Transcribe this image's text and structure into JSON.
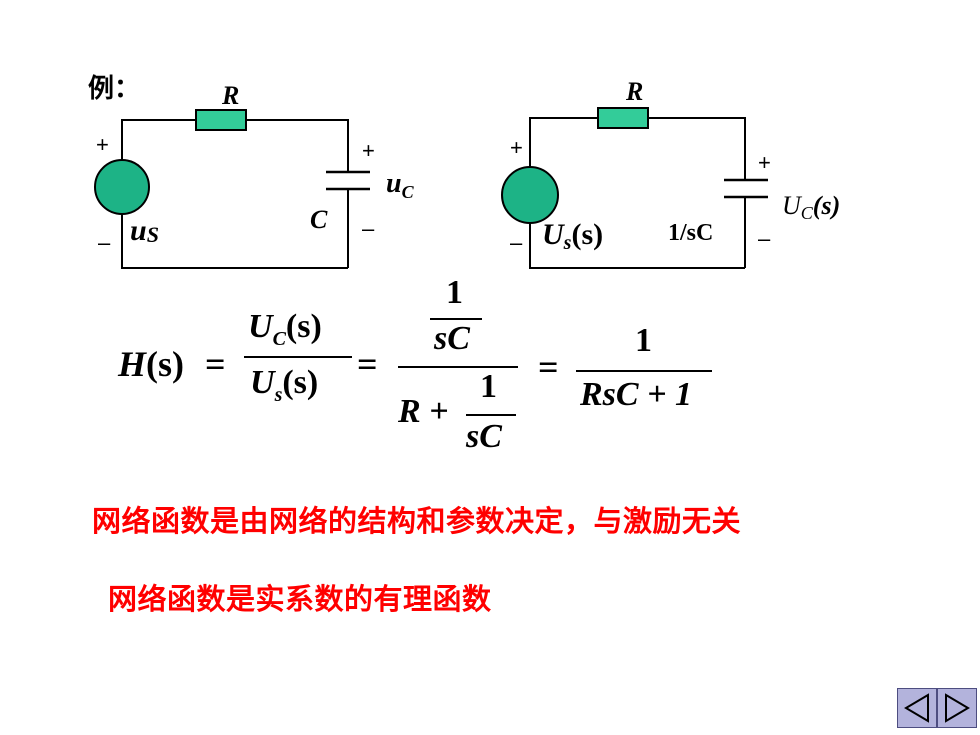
{
  "example_label": "例：",
  "circuit_time": {
    "resistor": "R",
    "source": "u",
    "source_sub": "S",
    "capacitor": "C",
    "cap_voltage": "u",
    "cap_voltage_sub": "C",
    "plus": "+",
    "minus": "–"
  },
  "circuit_s": {
    "resistor": "R",
    "source": "U",
    "source_sub": "s",
    "source_arg": "(s)",
    "capacitor": "1/sC",
    "cap_voltage": "U",
    "cap_voltage_sub": "C",
    "cap_voltage_arg": "(s)",
    "plus": "+",
    "minus": "–"
  },
  "formula": {
    "lhs": "H",
    "lhs_arg": "(s)",
    "eq": "=",
    "num_U": "U",
    "num_sub": "C",
    "num_arg": "(s)",
    "den_U": "U",
    "den_sub": "s",
    "den_arg": "(s)",
    "one": "1",
    "sC": "sC",
    "R_plus": "R +",
    "final_den": "RsC + 1"
  },
  "notes": {
    "line1": "网络函数是由网络的结构和参数决定，与激励无关",
    "line2": "网络函数是实系数的有理函数"
  },
  "colors": {
    "source_fill": "#1db386",
    "resistor_fill": "#33cc99",
    "note_text": "#ff0000",
    "nav_button": "#b3b3dc"
  },
  "nav": {
    "prev_icon": "triangle-left-icon",
    "next_icon": "triangle-right-icon"
  }
}
